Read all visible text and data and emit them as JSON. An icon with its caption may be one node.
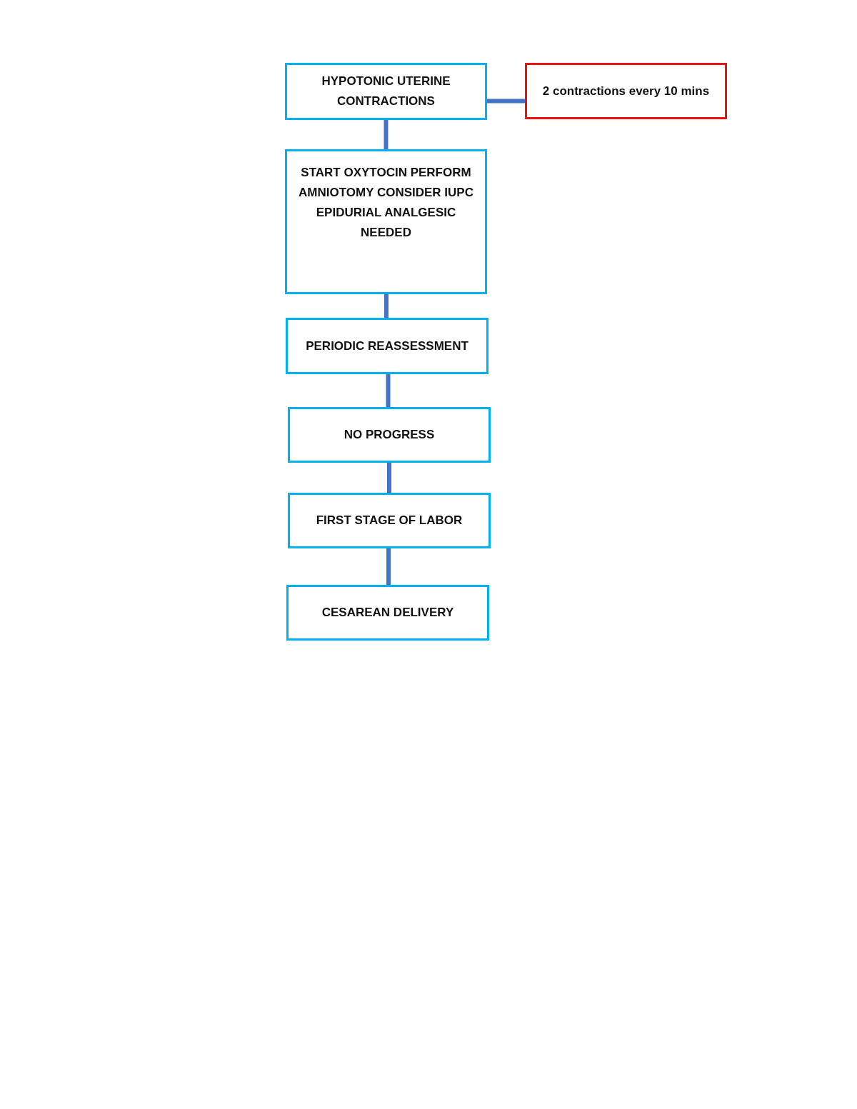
{
  "diagram": {
    "nodes": [
      {
        "text": [
          "HYPOTONIC UTERINE CONTRACTIONS"
        ]
      },
      {
        "text": [
          "2 contractions every 10 mins"
        ]
      },
      {
        "text": [
          "START OXYTOCIN PERFORM AMNIOTOMY CONSIDER IUPC EPIDURIAL ANALGESIC NEEDED"
        ]
      },
      {
        "text": [
          "PERIODIC REASSESSMENT"
        ]
      },
      {
        "text": [
          "NO PROGRESS"
        ]
      },
      {
        "text": [
          "FIRST STAGE OF LABOR"
        ]
      },
      {
        "text": [
          "CESAREAN DELIVERY"
        ]
      }
    ],
    "edges": [
      {
        "from": 0,
        "to": 1,
        "arrow": "none"
      },
      {
        "from": 0,
        "to": 2,
        "arrow": "none"
      },
      {
        "from": 2,
        "to": 3,
        "arrow": "none"
      },
      {
        "from": 3,
        "to": 4,
        "arrow": "none"
      },
      {
        "from": 4,
        "to": 5,
        "arrow": "none"
      },
      {
        "from": 5,
        "to": 6,
        "arrow": "none"
      }
    ]
  }
}
